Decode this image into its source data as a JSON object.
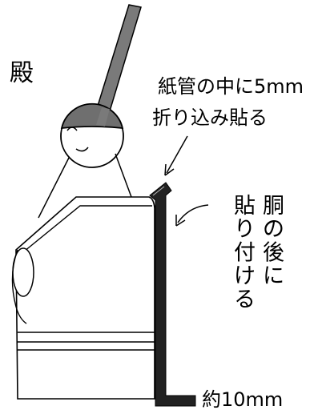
{
  "labels": {
    "title": "殿",
    "note_top_line1": "紙管の中に5mm",
    "note_top_line2": "折り込み貼る",
    "note_side_col1": "胴の後に",
    "note_side_col2": "貼り付ける",
    "note_bottom": "約10mm"
  },
  "colors": {
    "stick": "#7a7a7a",
    "hair": "#6f6f6f",
    "strip": "#222222",
    "line": "#000000",
    "background": "#ffffff"
  }
}
